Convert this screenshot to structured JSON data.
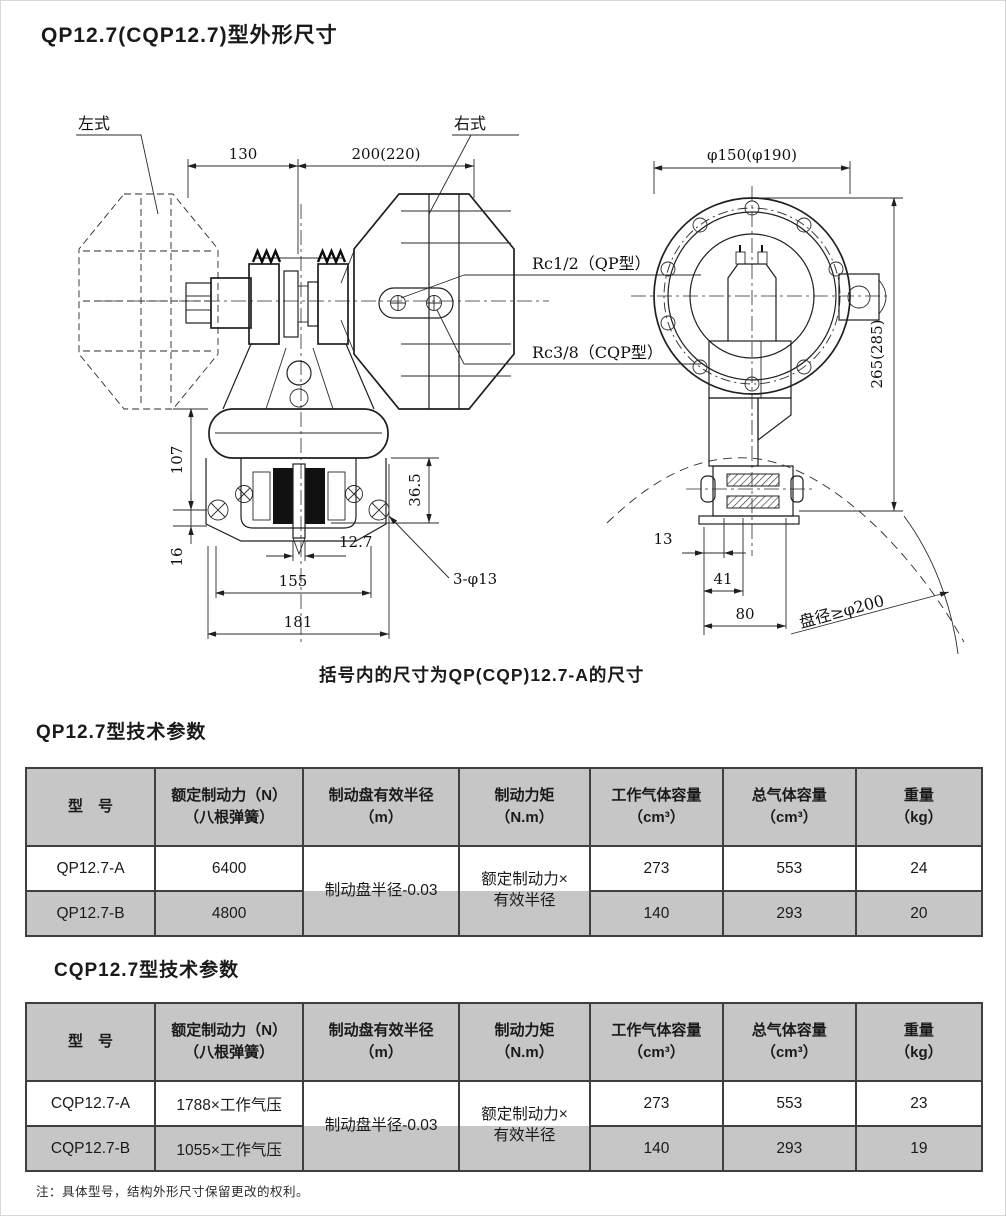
{
  "title": "QP12.7(CQP12.7)型外形尺寸",
  "drawing": {
    "caption": "括号内的尺寸为QP(CQP)12.7-A的尺寸",
    "labels": {
      "left_style": "左式",
      "right_style": "右式",
      "rc_qp": "Rc1/2（QP型）",
      "rc_cqp": "Rc3/8（CQP型）",
      "disc_diameter": "盘径≥φ200"
    },
    "dims": {
      "d130": "130",
      "d200": "200(220)",
      "d150": "φ150(φ190)",
      "d265": "265(285)",
      "d107": "107",
      "d365": "36.5",
      "d16": "16",
      "d127": "12.7",
      "d155": "155",
      "d181": "181",
      "d3phi13": "3-φ13",
      "d13": "13",
      "d41": "41",
      "d80": "80"
    }
  },
  "tables": [
    {
      "title": "QP12.7型技术参数",
      "headers": [
        {
          "l1": "型　号",
          "l2": ""
        },
        {
          "l1": "额定制动力（N）",
          "l2": "（八根弹簧）"
        },
        {
          "l1": "制动盘有效半径",
          "l2": "（m）"
        },
        {
          "l1": "制动力矩",
          "l2": "（N.m）"
        },
        {
          "l1": "工作气体容量",
          "l2": "（cm³）"
        },
        {
          "l1": "总气体容量",
          "l2": "（cm³）"
        },
        {
          "l1": "重量",
          "l2": "（kg）"
        }
      ],
      "merged": {
        "radius": "制动盘半径-0.03",
        "torque_l1": "额定制动力×",
        "torque_l2": "有效半径"
      },
      "rows": [
        {
          "model": "QP12.7-A",
          "force": "6400",
          "work_vol": "273",
          "total_vol": "553",
          "weight": "24"
        },
        {
          "model": "QP12.7-B",
          "force": "4800",
          "work_vol": "140",
          "total_vol": "293",
          "weight": "20"
        }
      ]
    },
    {
      "title": "CQP12.7型技术参数",
      "headers": [
        {
          "l1": "型　号",
          "l2": ""
        },
        {
          "l1": "额定制动力（N）",
          "l2": "（八根弹簧）"
        },
        {
          "l1": "制动盘有效半径",
          "l2": "（m）"
        },
        {
          "l1": "制动力矩",
          "l2": "（N.m）"
        },
        {
          "l1": "工作气体容量",
          "l2": "（cm³）"
        },
        {
          "l1": "总气体容量",
          "l2": "（cm³）"
        },
        {
          "l1": "重量",
          "l2": "（kg）"
        }
      ],
      "merged": {
        "radius": "制动盘半径-0.03",
        "torque_l1": "额定制动力×",
        "torque_l2": "有效半径"
      },
      "rows": [
        {
          "model": "CQP12.7-A",
          "force": "1788×工作气压",
          "work_vol": "273",
          "total_vol": "553",
          "weight": "23"
        },
        {
          "model": "CQP12.7-B",
          "force": "1055×工作气压",
          "work_vol": "140",
          "total_vol": "293",
          "weight": "19"
        }
      ]
    }
  ],
  "footnote": "注：具体型号，结构外形尺寸保留更改的权利。"
}
